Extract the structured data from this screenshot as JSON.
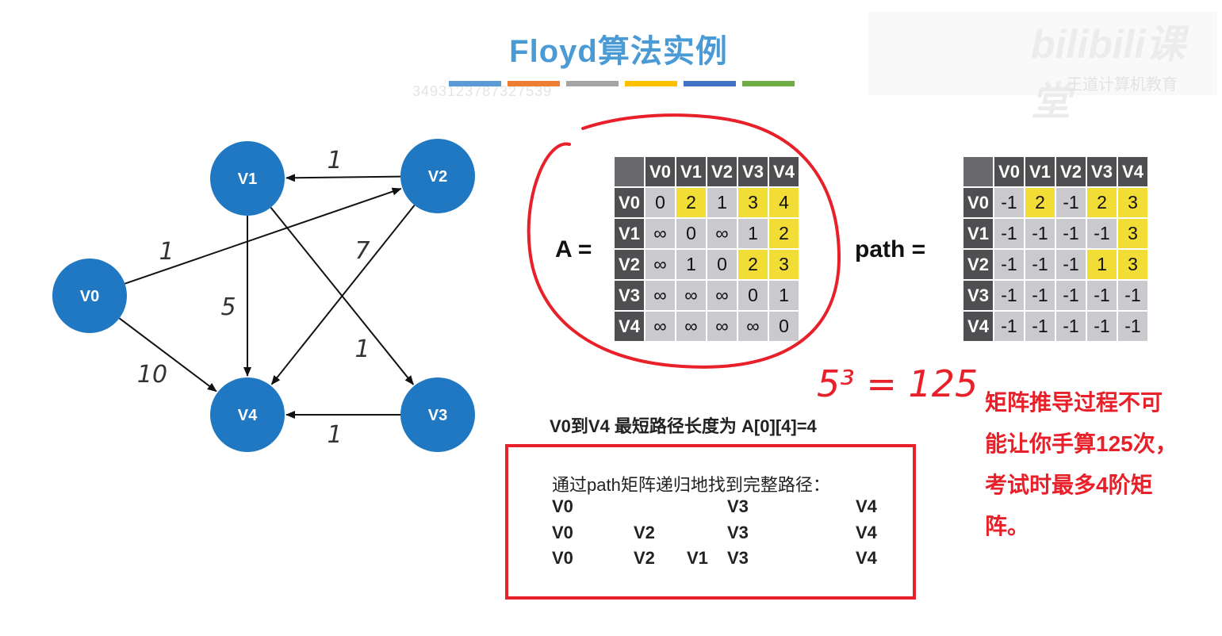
{
  "title": "Floyd算法实例",
  "watermark": {
    "id": "3493123787327539",
    "logo": "bilibili课堂",
    "sub": "王道计算机教育"
  },
  "color_bar": [
    "#5b9bd5",
    "#ed7d31",
    "#a5a5a5",
    "#ffc000",
    "#4472c4",
    "#70ad47"
  ],
  "graph": {
    "nodes": [
      {
        "id": "V0",
        "label": "V0"
      },
      {
        "id": "V1",
        "label": "V1"
      },
      {
        "id": "V2",
        "label": "V2"
      },
      {
        "id": "V3",
        "label": "V3"
      },
      {
        "id": "V4",
        "label": "V4"
      }
    ],
    "edges": [
      {
        "from": "V2",
        "to": "V1",
        "weight": "1"
      },
      {
        "from": "V0",
        "to": "V2",
        "weight": "1"
      },
      {
        "from": "V2",
        "to": "V4",
        "weight": "7"
      },
      {
        "from": "V1",
        "to": "V4",
        "weight": "5"
      },
      {
        "from": "V1",
        "to": "V3",
        "weight": "1"
      },
      {
        "from": "V0",
        "to": "V4",
        "weight": "10"
      },
      {
        "from": "V3",
        "to": "V4",
        "weight": "1"
      }
    ],
    "node_color": "#1f78c1"
  },
  "matrix_A": {
    "label": "A =",
    "headers": [
      "V0",
      "V1",
      "V2",
      "V3",
      "V4"
    ],
    "rows": [
      [
        "0",
        "2",
        "1",
        "3",
        "4"
      ],
      [
        "∞",
        "0",
        "∞",
        "1",
        "2"
      ],
      [
        "∞",
        "1",
        "0",
        "2",
        "3"
      ],
      [
        "∞",
        "∞",
        "∞",
        "0",
        "1"
      ],
      [
        "∞",
        "∞",
        "∞",
        "∞",
        "0"
      ]
    ],
    "highlight": [
      [
        0,
        1
      ],
      [
        0,
        3
      ],
      [
        0,
        4
      ],
      [
        1,
        4
      ],
      [
        2,
        3
      ],
      [
        2,
        4
      ]
    ]
  },
  "matrix_path": {
    "label": "path =",
    "headers": [
      "V0",
      "V1",
      "V2",
      "V3",
      "V4"
    ],
    "rows": [
      [
        "-1",
        "2",
        "-1",
        "2",
        "3"
      ],
      [
        "-1",
        "-1",
        "-1",
        "-1",
        "3"
      ],
      [
        "-1",
        "-1",
        "-1",
        "1",
        "3"
      ],
      [
        "-1",
        "-1",
        "-1",
        "-1",
        "-1"
      ],
      [
        "-1",
        "-1",
        "-1",
        "-1",
        "-1"
      ]
    ],
    "highlight": [
      [
        0,
        1
      ],
      [
        0,
        3
      ],
      [
        0,
        4
      ],
      [
        1,
        4
      ],
      [
        2,
        3
      ],
      [
        2,
        4
      ]
    ]
  },
  "highlight_color": "#f2dd36",
  "annotation": "5³ = 125",
  "shortest_text": "V0到V4 最短路径长度为 A[0][4]=4",
  "path_box": {
    "title": "通过path矩阵递归地找到完整路径：",
    "rows": [
      [
        "V0",
        "",
        "",
        "V3",
        "V4"
      ],
      [
        "V0",
        "V2",
        "",
        "V3",
        "V4"
      ],
      [
        "V0",
        "V2",
        "V1",
        "V3",
        "V4"
      ]
    ]
  },
  "note": "矩阵推导过程不可能让你手算125次，考试时最多4阶矩阵。",
  "accent_red": "#e8202a"
}
